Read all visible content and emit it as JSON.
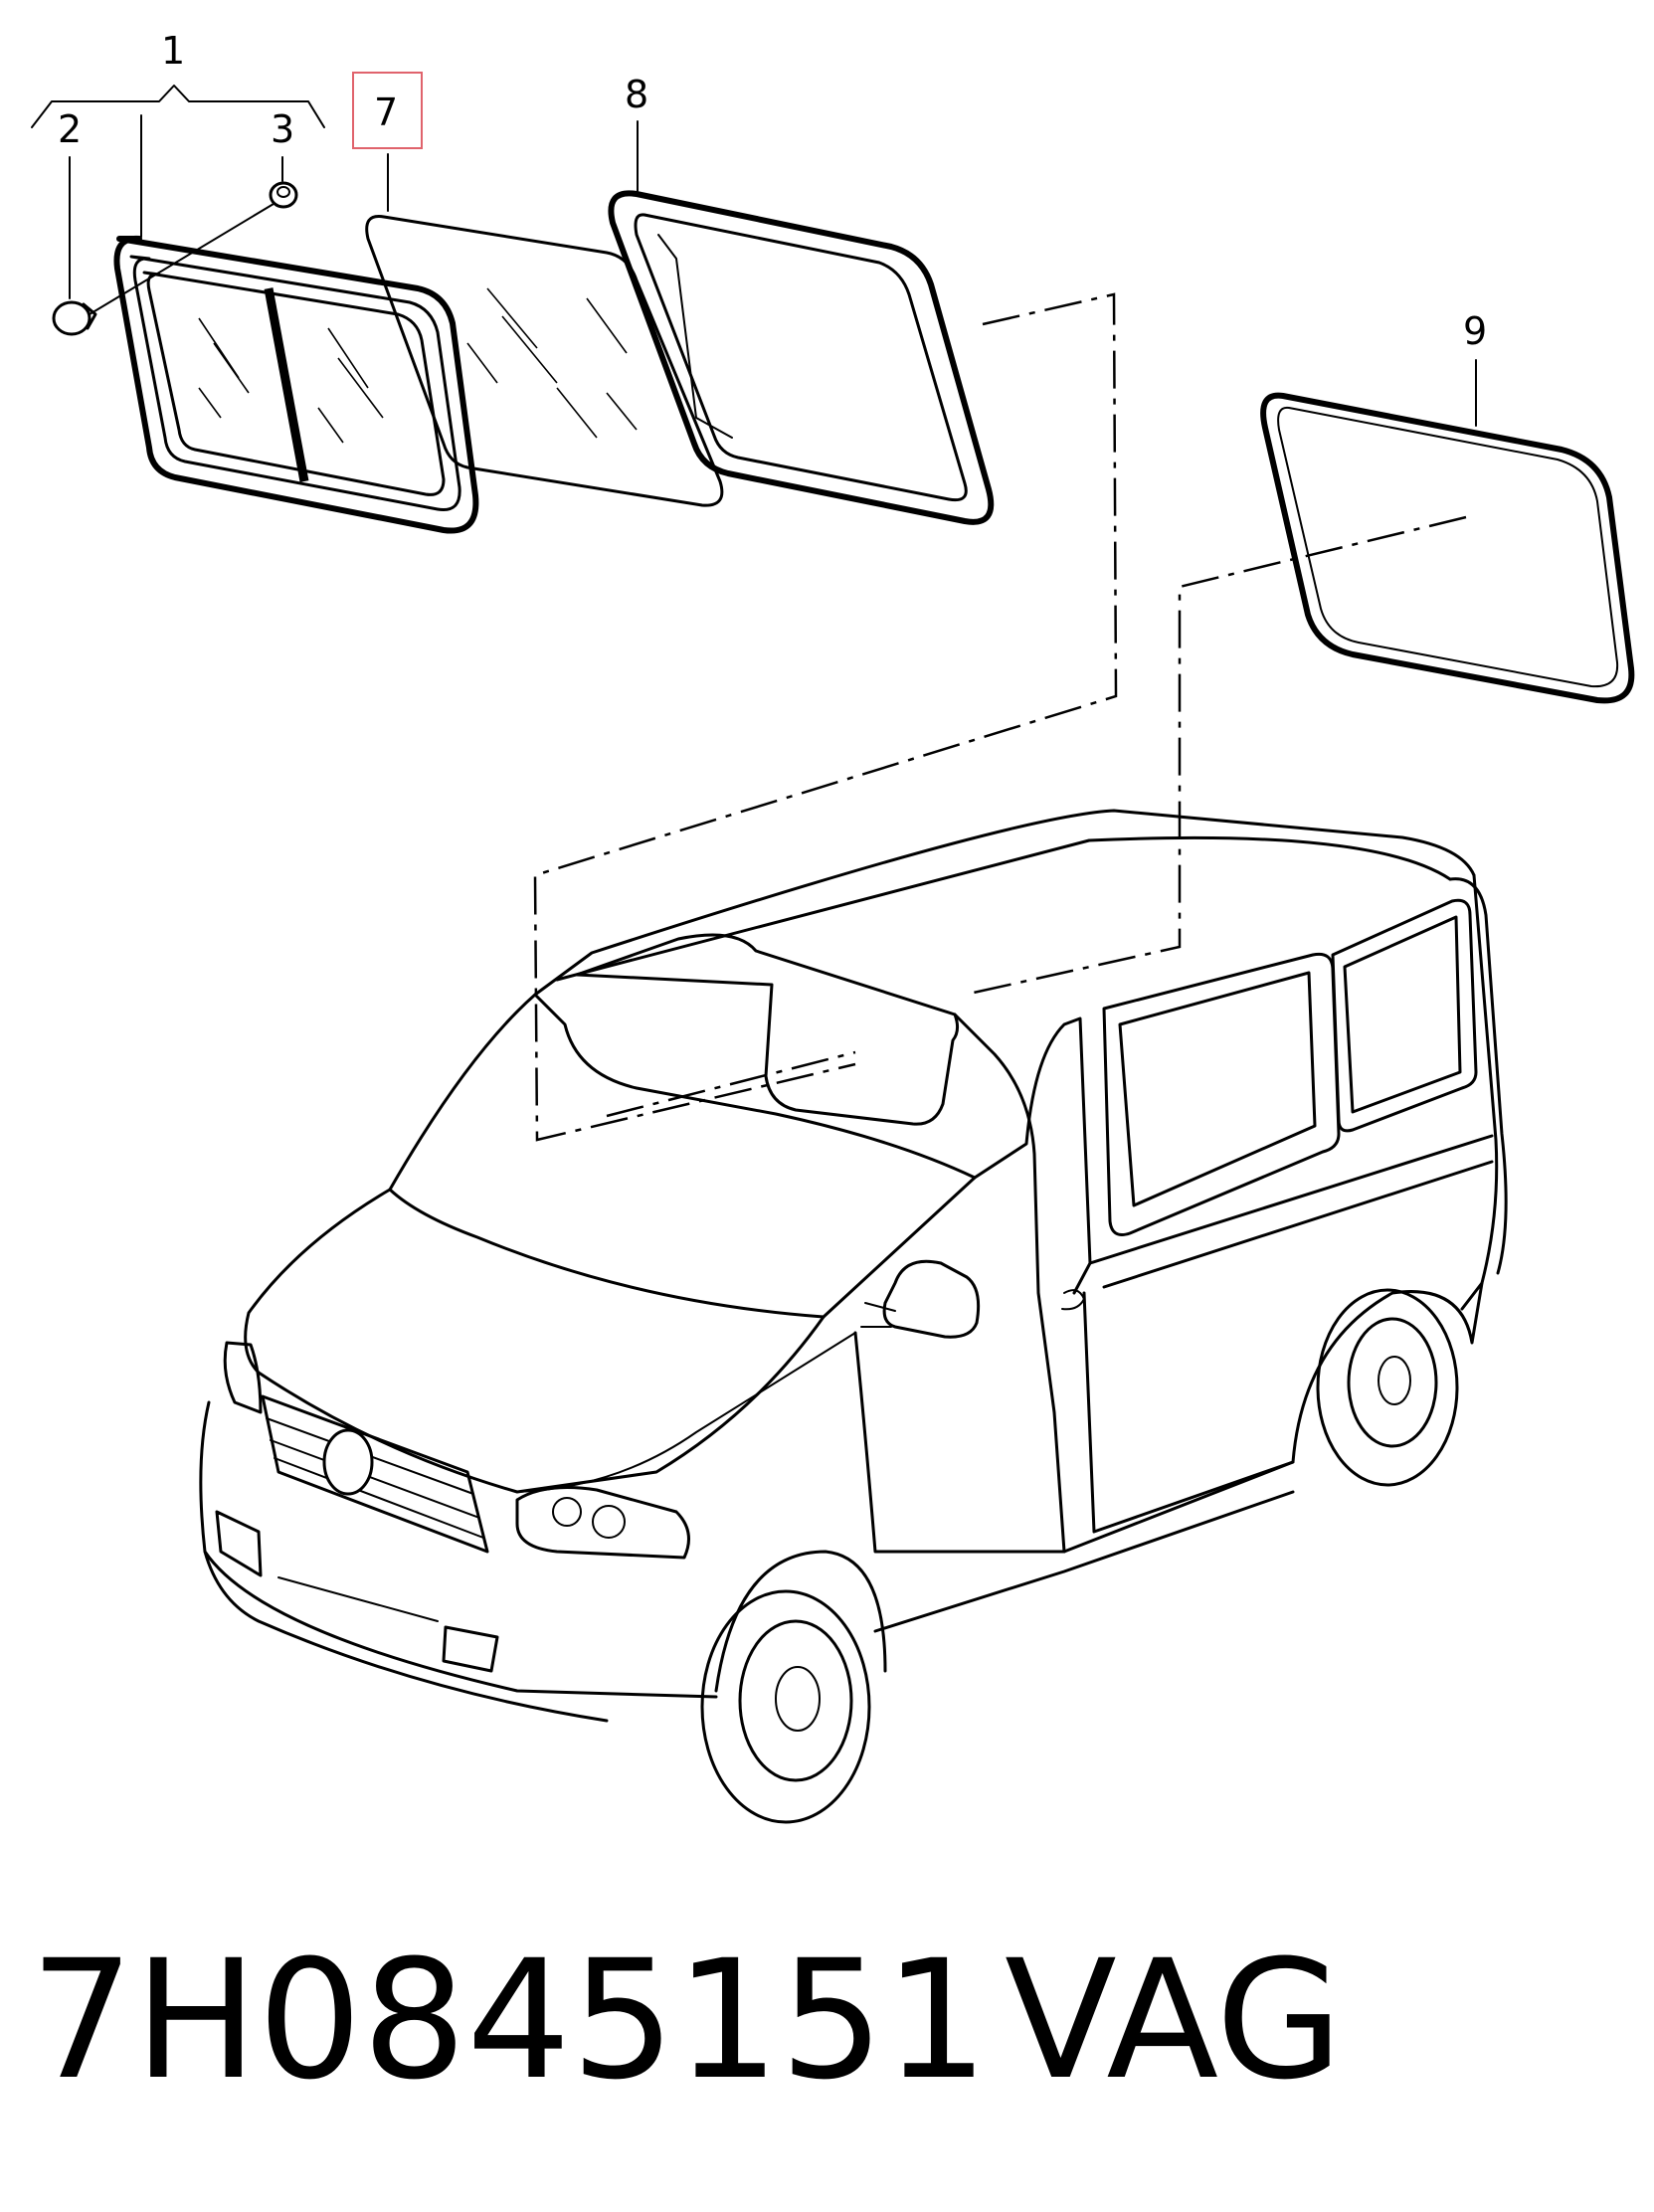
{
  "callouts": {
    "c1": "1",
    "c2": "2",
    "c3": "3",
    "c7": "7",
    "c8": "8",
    "c9": "9"
  },
  "highlight_color": "#e0636c",
  "footer": {
    "part_number": "7H0845151",
    "brand": "VAG"
  }
}
